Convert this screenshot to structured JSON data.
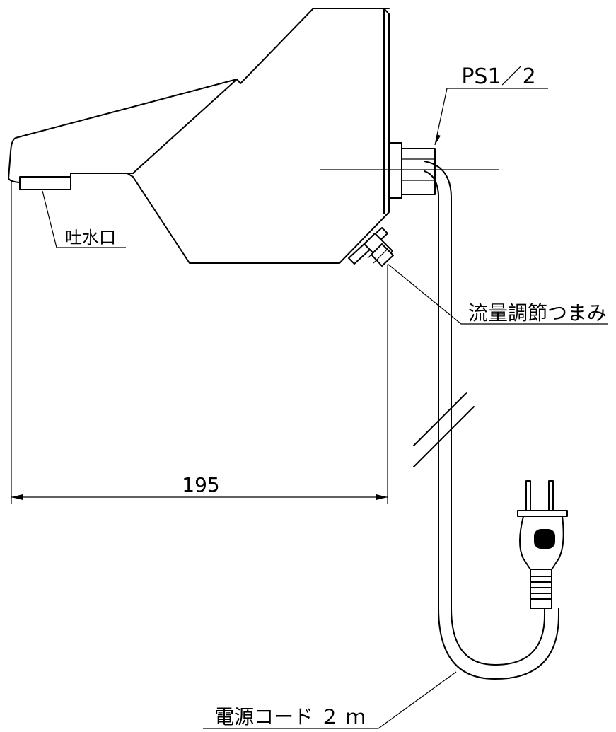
{
  "labels": {
    "thread": "PS1／2",
    "spout": "吐水口",
    "flow_knob": "流量調節つまみ",
    "dimension": "195",
    "cord": "電源コード ２ ｍ"
  }
}
